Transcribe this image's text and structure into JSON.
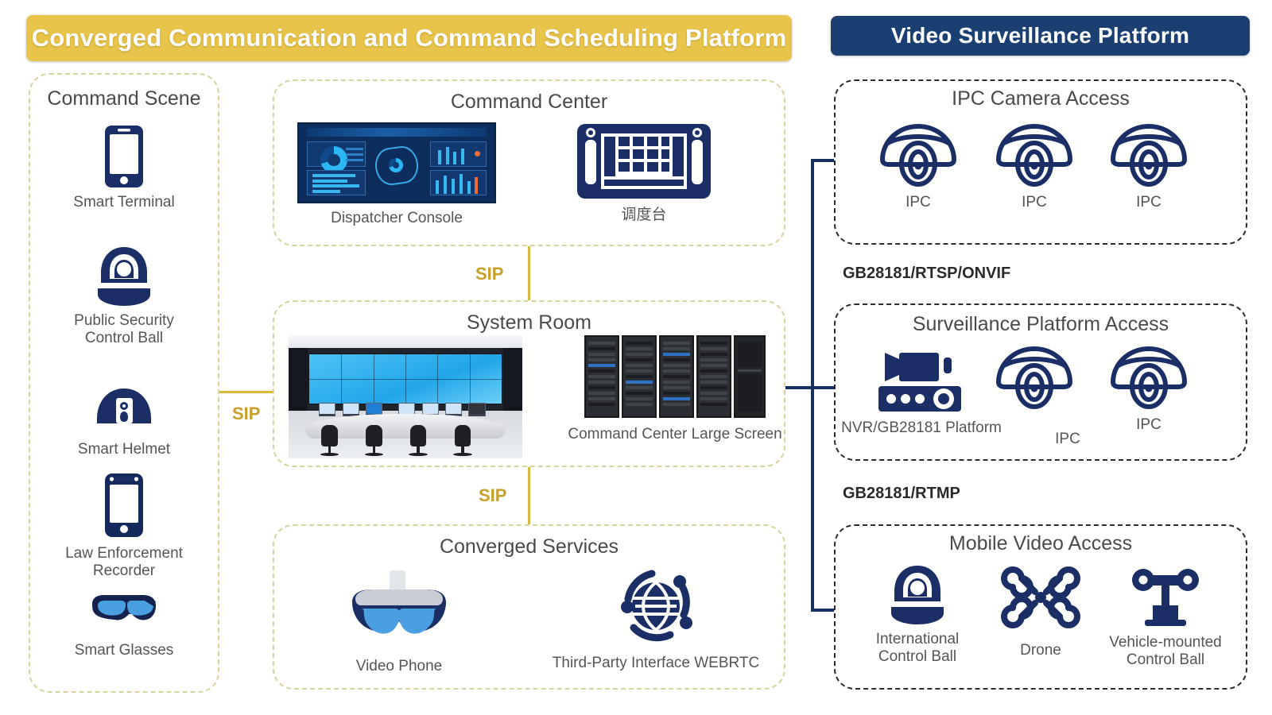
{
  "banners": {
    "left": "Converged Communication and Command Scheduling Platform",
    "right": "Video Surveillance Platform"
  },
  "command_scene": {
    "title": "Command Scene",
    "items": [
      {
        "icon": "smartphone-icon",
        "label": "Smart Terminal"
      },
      {
        "icon": "ptz-camera-icon",
        "label": "Public Security\nControl Ball"
      },
      {
        "icon": "smart-helmet-icon",
        "label": "Smart Helmet"
      },
      {
        "icon": "body-recorder-icon",
        "label": "Law Enforcement\nRecorder"
      },
      {
        "icon": "smart-glasses-icon",
        "label": "Smart Glasses"
      }
    ]
  },
  "command_center": {
    "title": "Command Center",
    "items": [
      {
        "icon": "dashboard-screen-icon",
        "label": "Dispatcher Console"
      },
      {
        "icon": "dispatch-console-icon",
        "label": "调度台"
      }
    ]
  },
  "system_room": {
    "title": "System Room",
    "items": [
      {
        "icon": "control-room-photo-icon",
        "label": ""
      },
      {
        "icon": "server-rack-icon",
        "label": "Command Center Large Screen"
      }
    ]
  },
  "converged_services": {
    "title": "Converged Services",
    "items": [
      {
        "icon": "vr-headset-icon",
        "label": "Video Phone"
      },
      {
        "icon": "network-globe-icon",
        "label": "Third-Party Interface WEBRTC"
      }
    ]
  },
  "ipc_access": {
    "title": "IPC Camera Access",
    "items": [
      {
        "icon": "dome-camera-icon",
        "label": "IPC"
      },
      {
        "icon": "dome-camera-icon",
        "label": "IPC"
      },
      {
        "icon": "dome-camera-icon",
        "label": "IPC"
      }
    ]
  },
  "platform_access": {
    "title": "Surveillance Platform Access",
    "items": [
      {
        "icon": "nvr-icon",
        "label": "NVR/GB28181 Platform"
      },
      {
        "icon": "dome-camera-icon",
        "label": "IPC"
      },
      {
        "icon": "dome-camera-icon",
        "label": "IPC"
      }
    ]
  },
  "mobile_access": {
    "title": "Mobile Video Access",
    "items": [
      {
        "icon": "ptz-camera-icon",
        "label": "International\nControl Ball"
      },
      {
        "icon": "drone-icon",
        "label": "Drone"
      },
      {
        "icon": "vehicle-ptz-icon",
        "label": "Vehicle-mounted\nControl Ball"
      }
    ]
  },
  "connectors": {
    "sip_top": "SIP",
    "sip_left": "SIP",
    "sip_bottom": "SIP",
    "proto_top": "GB28181/RTSP/ONVIF",
    "proto_mid": "GB28181/RTMP"
  },
  "colors": {
    "banner_yellow": "#e8c44a",
    "banner_navy": "#1c3f72",
    "icon_navy": "#1b2f66",
    "connector_yellow": "#d9b93c",
    "connector_navy": "#162f5e",
    "label_gray": "#555555",
    "panel_border_khaki": "#d9d3a0",
    "panel_border_dark": "#2b2b38"
  }
}
